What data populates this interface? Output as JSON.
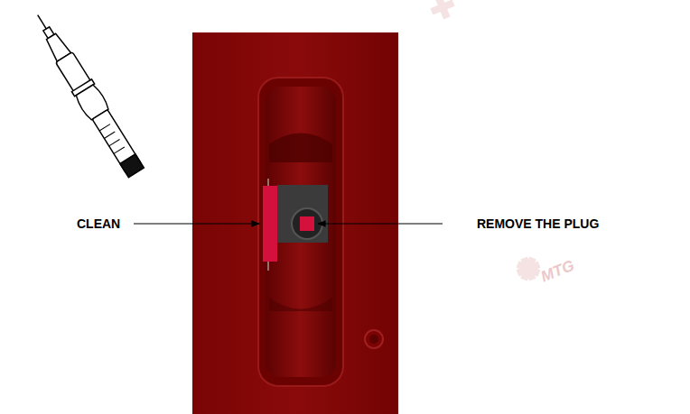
{
  "diagram": {
    "labels": [
      "CLEAN",
      "REMOVE THE PLUG",
      "MTG"
    ]
  }
}
